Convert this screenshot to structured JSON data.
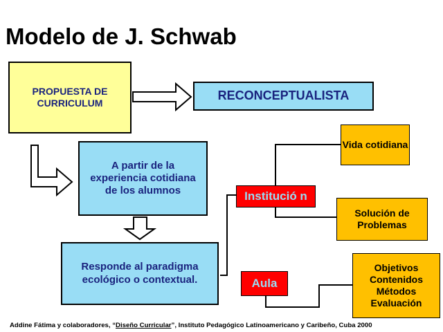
{
  "title": "Modelo de J. Schwab",
  "boxes": {
    "propuesta": "PROPUESTA DE CURRICULUM",
    "reconceptualista": "RECONCEPTUALISTA",
    "experiencia": "A partir de la experiencia cotidiana de los alumnos",
    "paradigma": "Responde al paradigma ecológico o contextual.",
    "institucion": "Institució n",
    "aula": "Aula",
    "vida": "Vida cotidiana",
    "solucion": "Solución de Problemas",
    "objetivos_lines": [
      "Objetivos",
      "Contenidos",
      "Métodos",
      "Evaluación"
    ]
  },
  "footer": {
    "part1": "Addine Fátima y colaboradores, “",
    "book": "Diseño Curricular",
    "part2": "”, Instituto Pedagógico Latinoamericano y Caribeño, Cuba 2000"
  },
  "colors": {
    "yellow_box": "#ffff99",
    "blue_box": "#99ddf5",
    "orange_box": "#ffc000",
    "red_box": "#ff0000",
    "navy_text": "#1a237e"
  }
}
